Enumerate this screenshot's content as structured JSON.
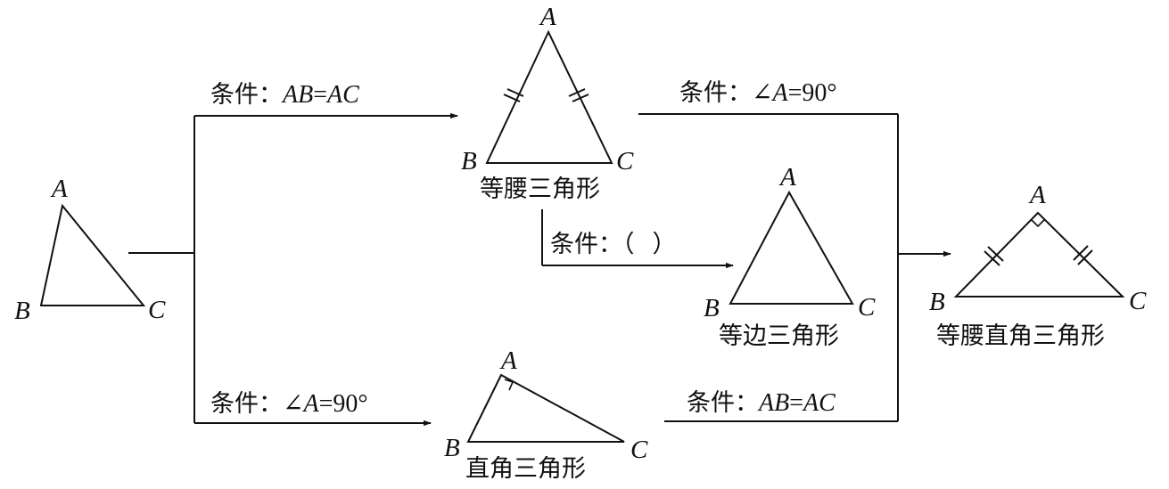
{
  "triangles": {
    "general": {
      "a": "A",
      "b": "B",
      "c": "C"
    },
    "isosceles": {
      "a": "A",
      "b": "B",
      "c": "C",
      "name": "等腰三角形"
    },
    "equilateral": {
      "a": "A",
      "b": "B",
      "c": "C",
      "name": "等边三角形"
    },
    "right": {
      "a": "A",
      "b": "B",
      "c": "C",
      "name": "直角三角形"
    },
    "isosceles_right": {
      "a": "A",
      "b": "B",
      "c": "C",
      "name": "等腰直角三角形"
    }
  },
  "conditions": {
    "top_left": {
      "prefix": "条件：",
      "lhs": "AB",
      "eq": "=",
      "rhs": "AC"
    },
    "top_right": {
      "prefix": "条件：",
      "angle": "∠",
      "var": "A",
      "value": "=90°"
    },
    "middle": {
      "prefix": "条件：",
      "open": "（",
      "close": "）"
    },
    "bottom_left": {
      "prefix": "条件：",
      "angle": "∠",
      "var": "A",
      "value": "=90°"
    },
    "bottom_right": {
      "prefix": "条件：",
      "lhs": "AB",
      "eq": "=",
      "rhs": "AC"
    }
  }
}
